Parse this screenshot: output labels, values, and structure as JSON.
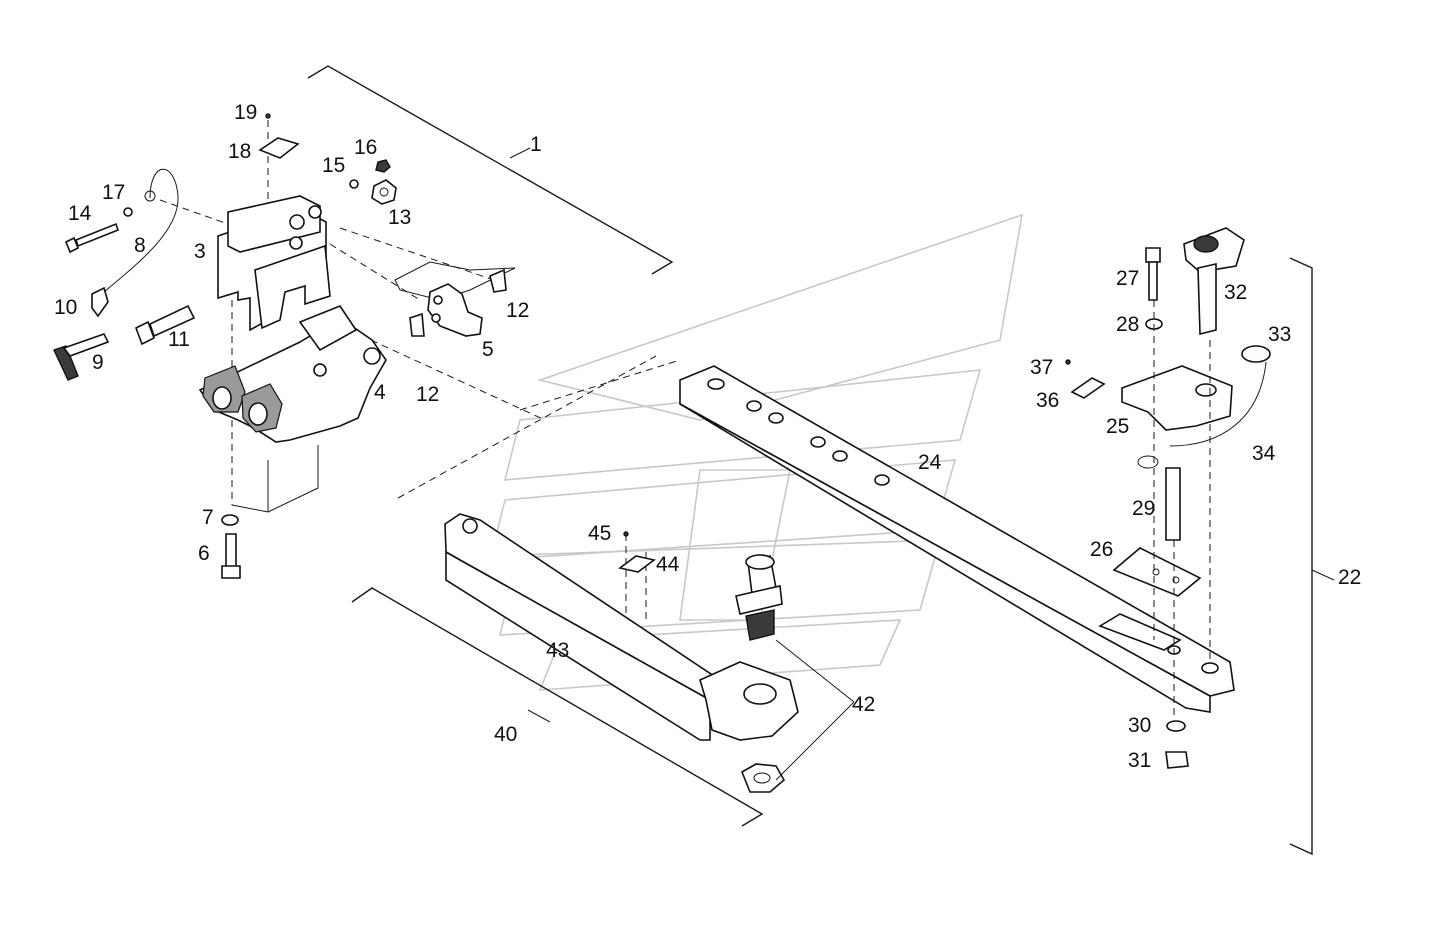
{
  "diagram": {
    "callouts": [
      "1",
      "3",
      "4",
      "5",
      "6",
      "7",
      "8",
      "9",
      "10",
      "11",
      "12",
      "12",
      "13",
      "14",
      "15",
      "16",
      "17",
      "18",
      "19",
      "22",
      "24",
      "25",
      "26",
      "27",
      "28",
      "29",
      "30",
      "31",
      "32",
      "33",
      "34",
      "36",
      "37",
      "40",
      "42",
      "43",
      "44",
      "45"
    ],
    "groups": [
      {
        "id": "1",
        "members": [
          "3",
          "4",
          "5",
          "6",
          "7",
          "8",
          "9",
          "10",
          "11",
          "12",
          "13",
          "14",
          "15",
          "16",
          "17",
          "18",
          "19"
        ]
      },
      {
        "id": "22",
        "members": [
          "24",
          "25",
          "26",
          "27",
          "28",
          "29",
          "30",
          "31",
          "32",
          "33",
          "34",
          "36",
          "37"
        ]
      },
      {
        "id": "40",
        "members": [
          "42",
          "43",
          "44",
          "45"
        ]
      }
    ]
  }
}
